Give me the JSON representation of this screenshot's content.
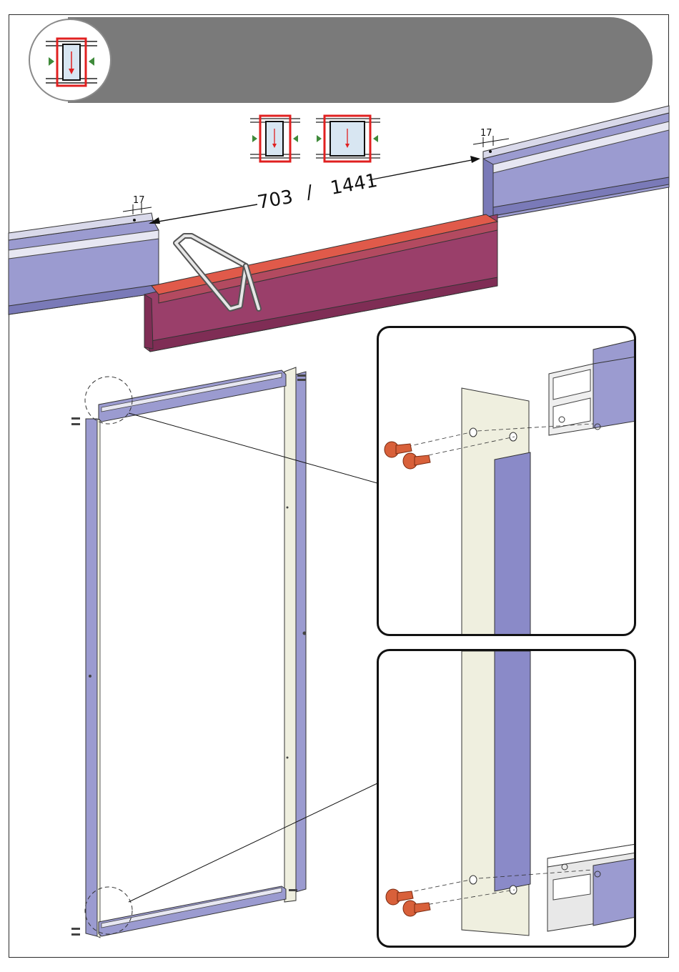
{
  "header": {
    "title": "",
    "step_icon": "sliding-door-panel-icon"
  },
  "variant_icons": [
    {
      "name": "narrow-door-variant-icon",
      "label": "703"
    },
    {
      "name": "wide-door-variant-icon",
      "label": "1441"
    }
  ],
  "dimensions": {
    "main": "703",
    "separator": "/",
    "alt": "1441",
    "left_offset": "17",
    "right_offset": "17"
  },
  "colors": {
    "profile": "#9b9bd0",
    "profile_dark": "#7a7ab8",
    "template": "#9a3f6a",
    "template_top": "#e05a4a",
    "panel": "#efefdf",
    "screw": "#d8603a",
    "header": "#7a7a7a"
  }
}
